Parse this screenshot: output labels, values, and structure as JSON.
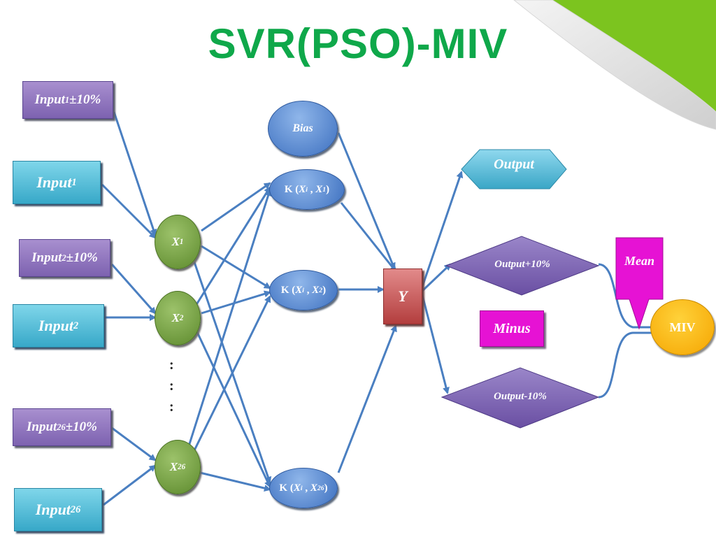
{
  "title": "SVR(PSO)-MIV",
  "inputs": [
    {
      "base": "Input",
      "sub": "1",
      "suffix": "±10%"
    },
    {
      "base": "Input",
      "sub": "1",
      "suffix": ""
    },
    {
      "base": "Input",
      "sub": "2",
      "suffix": "±10%"
    },
    {
      "base": "Input",
      "sub": "2",
      "suffix": ""
    },
    {
      "base": "Input",
      "sub": "26",
      "suffix": "±10%"
    },
    {
      "base": "Input",
      "sub": "26",
      "suffix": ""
    }
  ],
  "hidden": [
    {
      "base": "X",
      "sub": "1"
    },
    {
      "base": "X",
      "sub": "2"
    },
    {
      "base": "X",
      "sub": "26"
    }
  ],
  "dots": [
    ":",
    ":",
    ":"
  ],
  "bias": "Bias",
  "kernels": [
    {
      "k": "K",
      "xi": "X",
      "i": "i",
      "xj": "X",
      "j": "1"
    },
    {
      "k": "K",
      "xi": "X",
      "i": "i",
      "xj": "X",
      "j": "2"
    },
    {
      "k": "K",
      "xi": "X",
      "i": "i",
      "xj": "X",
      "j": "26"
    }
  ],
  "y": "Y",
  "output": "Output",
  "output_plus": "Output+10%",
  "output_minus": "Output-10%",
  "minus": "Minus",
  "mean": "Mean",
  "miv": "MIV",
  "colors": {
    "title": "#0fa84a",
    "arrow": "#4a7fc1",
    "page_curl": "#7cc41f"
  }
}
